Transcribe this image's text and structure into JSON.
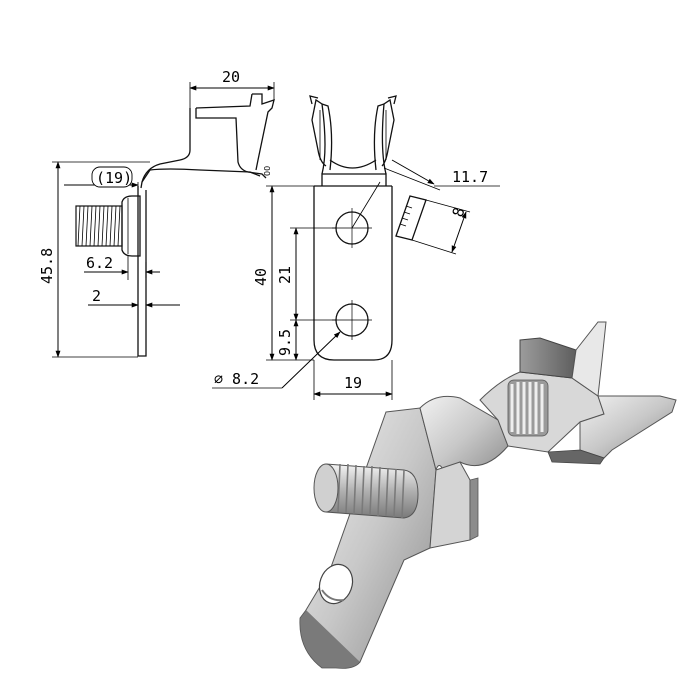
{
  "drawing": {
    "dimensions": {
      "width_top": "20",
      "ref_width": "(19)",
      "overall_height": "45.8",
      "stud_offset": "6.2",
      "thickness": "2",
      "flange_width": "11.7",
      "flange_height": "8",
      "height_40": "40",
      "hole_spacing": "21",
      "hole_offset": "9.5",
      "hole_diameter": "⌀ 8.2",
      "tab_width": "19"
    },
    "colors": {
      "line": "#000000",
      "metal_light": "#e6e6e6",
      "metal_mid": "#b4b4b4",
      "metal_dark": "#6e6e6e"
    }
  }
}
